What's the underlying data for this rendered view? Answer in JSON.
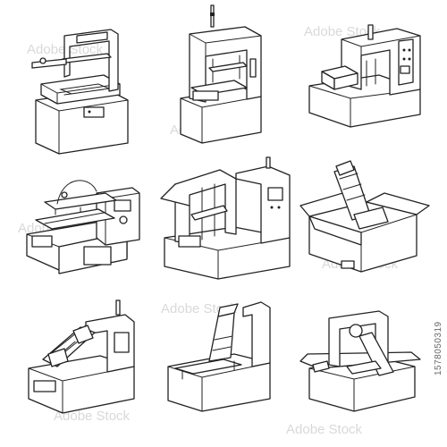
{
  "watermark": {
    "text": "Adobe Stock"
  },
  "stock_id": "1578050319",
  "illustrations": [
    {
      "name": "press-machine-1"
    },
    {
      "name": "press-machine-2"
    },
    {
      "name": "cabinet-machine-3"
    },
    {
      "name": "heat-press-machine-4"
    },
    {
      "name": "frame-press-machine-5"
    },
    {
      "name": "box-conveyor-6"
    },
    {
      "name": "conveyor-machine-7"
    },
    {
      "name": "conveyor-machine-8"
    },
    {
      "name": "labeling-machine-9"
    }
  ]
}
